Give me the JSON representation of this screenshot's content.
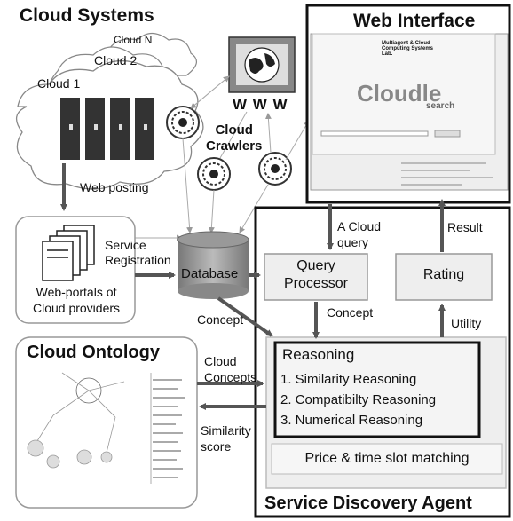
{
  "cloud_systems": {
    "title": "Cloud Systems",
    "cloud_n": "Cloud N",
    "cloud_2": "Cloud 2",
    "cloud_1": "Cloud 1"
  },
  "www": {
    "label": "W W W"
  },
  "crawlers": {
    "label_line1": "Cloud",
    "label_line2": "Crawlers"
  },
  "web_interface": {
    "title": "Web Interface",
    "page_tagline": "Multiagent & Cloud Computing Systems Lab.",
    "page_logo": "Cloudle",
    "page_logo_sub": "search"
  },
  "edges": {
    "web_posting": "Web posting",
    "service_registration_1": "Service",
    "service_registration_2": "Registration",
    "a_cloud_query_1": "A Cloud",
    "a_cloud_query_2": "query",
    "result": "Result",
    "concept_left": "Concept",
    "concept_mid": "Concept",
    "utility": "Utility",
    "cloud_concepts_1": "Cloud",
    "cloud_concepts_2": "Concepts",
    "similarity_score_1": "Similarity",
    "similarity_score_2": "score"
  },
  "web_portals": {
    "line1": "Web-portals of",
    "line2": "Cloud providers"
  },
  "database": {
    "label": "Database"
  },
  "query_processor": {
    "line1": "Query",
    "line2": "Processor"
  },
  "rating": {
    "label": "Rating"
  },
  "reasoning": {
    "title": "Reasoning",
    "items": [
      "1. Similarity Reasoning",
      "2. Compatibilty Reasoning",
      "3. Numerical Reasoning"
    ]
  },
  "price_time": {
    "label": "Price & time slot matching"
  },
  "ontology": {
    "title": "Cloud Ontology"
  },
  "agent": {
    "title": "Service Discovery Agent"
  }
}
